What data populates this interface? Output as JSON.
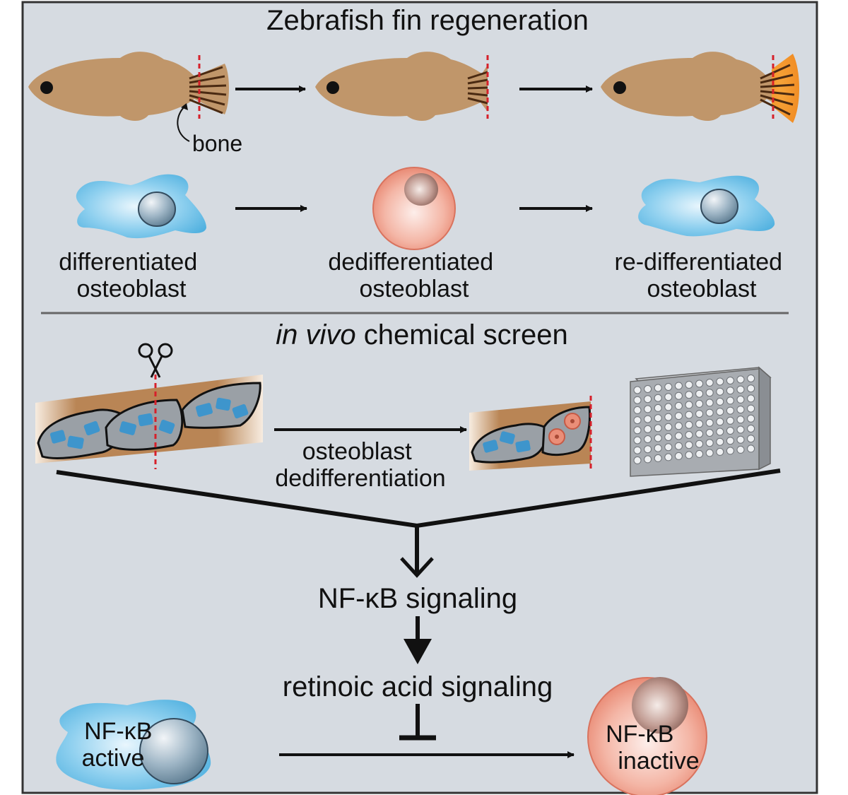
{
  "title": "Zebrafish fin regeneration",
  "bone_label": "bone",
  "cells": {
    "differentiated": [
      "differentiated",
      "osteoblast"
    ],
    "dedifferentiated": [
      "dedifferentiated",
      "osteoblast"
    ],
    "redifferentiated": [
      "re-differentiated",
      "osteoblast"
    ]
  },
  "screen": {
    "title_italic": "in vivo",
    "title_rest": " chemical screen",
    "process": [
      "osteoblast",
      "dedifferentiation"
    ]
  },
  "pathway": {
    "nfkb": "NF-κB signaling",
    "ra": "retinoic acid signaling"
  },
  "states": {
    "active": [
      "NF-κB",
      "active"
    ],
    "inactive": [
      "NF-κB",
      "inactive"
    ]
  },
  "colors": {
    "background": "#d6dbe1",
    "fish_body": "#c0966a",
    "regenerate": "#f3a23a",
    "cut_line": "#d6202a",
    "osteoblast": "#5fb8e3",
    "dedifferentiated_cell": "#ea8e78",
    "divider": "#666666"
  }
}
